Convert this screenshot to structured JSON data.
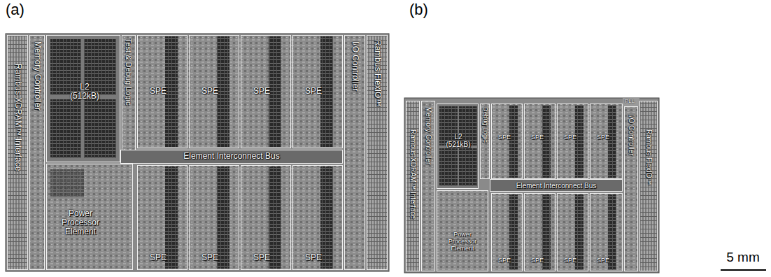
{
  "diagram": {
    "nodes": [
      {
        "text": [
          "Rambus XDRAM™ Interface"
        ]
      },
      {
        "text": [
          "Memory Controller"
        ]
      },
      {
        "text": [
          "L2 (512kB)"
        ]
      },
      {
        "text": [
          "Test & Debug Logic"
        ]
      },
      {
        "text": [
          "SPE"
        ]
      },
      {
        "text": [
          "SPE"
        ]
      },
      {
        "text": [
          "SPE"
        ]
      },
      {
        "text": [
          "SPE"
        ]
      },
      {
        "text": [
          "Element Interconnect Bus"
        ]
      },
      {
        "text": [
          "Power Processor Element"
        ]
      },
      {
        "text": [
          "SPE"
        ]
      },
      {
        "text": [
          "SPE"
        ]
      },
      {
        "text": [
          "SPE"
        ]
      },
      {
        "text": [
          "SPE"
        ]
      },
      {
        "text": [
          "I/O Controller"
        ]
      },
      {
        "text": [
          "Rambus FlexIO™"
        ]
      },
      {
        "text": [
          "Rambus XDRAM™ Interface"
        ]
      },
      {
        "text": [
          "Memory Controller"
        ]
      },
      {
        "text": [
          "L2 (521kB)"
        ]
      },
      {
        "text": [
          "Debug Logic"
        ]
      },
      {
        "text": [
          "SPE"
        ]
      },
      {
        "text": [
          "SPE"
        ]
      },
      {
        "text": [
          "SPE"
        ]
      },
      {
        "text": [
          "SPE"
        ]
      },
      {
        "text": [
          "Element Interconnect Bus"
        ]
      },
      {
        "text": [
          "Power Processor Element"
        ]
      },
      {
        "text": [
          "SPE"
        ]
      },
      {
        "text": [
          "SPE"
        ]
      },
      {
        "text": [
          "SPE"
        ]
      },
      {
        "text": [
          "SPE"
        ]
      },
      {
        "text": [
          "I/O Controller"
        ]
      },
      {
        "text": [
          "Rambus FlexIO™"
        ]
      }
    ],
    "labels": [
      "(a)",
      "(b)",
      "PLL",
      "5 mm"
    ]
  }
}
